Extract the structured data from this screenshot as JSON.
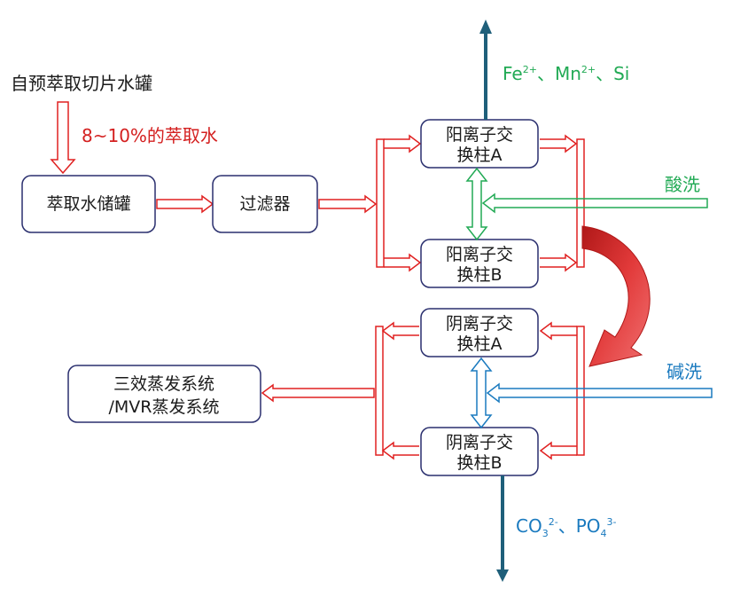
{
  "source": {
    "label": "自预萃取切片水罐"
  },
  "feed": {
    "label": "8~10%的萃取水"
  },
  "nodes": {
    "storage_tank": {
      "label": "萃取水储罐"
    },
    "filter": {
      "label": "过滤器"
    },
    "cation_a": {
      "line1": "阳离子交",
      "line2": "换柱A"
    },
    "cation_b": {
      "line1": "阳离子交",
      "line2": "换柱B"
    },
    "anion_a": {
      "line1": "阴离子交",
      "line2": "换柱A"
    },
    "anion_b": {
      "line1": "阴离子交",
      "line2": "换柱B"
    },
    "evaporator": {
      "line1": "三效蒸发系统",
      "line2": "/MVR蒸发系统"
    }
  },
  "cation_output": {
    "fe": "Fe",
    "fe_charge": "2+",
    "sep1": "、",
    "mn": "Mn",
    "mn_charge": "2+",
    "sep2": "、Si"
  },
  "anion_output": {
    "co": "CO",
    "co_sub": "3",
    "co_charge": "2-",
    "sep": "、",
    "po": "PO",
    "po_sub": "4",
    "po_charge": "3-"
  },
  "acid_wash": {
    "label": "酸洗"
  },
  "alkali_wash": {
    "label": "碱洗"
  },
  "colors": {
    "flow_red": "#e02020",
    "acid_green": "#22aa55",
    "alkali_blue": "#1a7abf",
    "box_border": "#2a2f6e",
    "output_arrow": "#1f5f7a"
  }
}
